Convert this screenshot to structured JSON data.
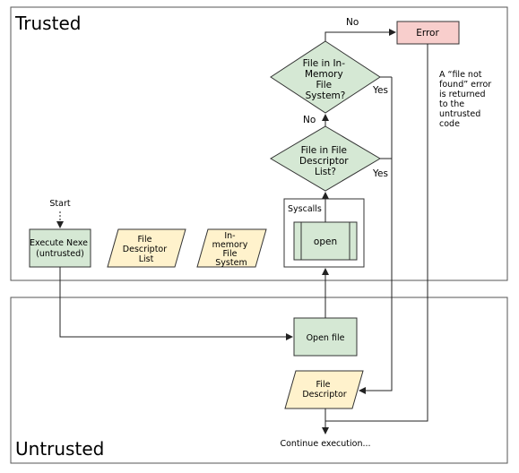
{
  "regions": {
    "trusted_label": "Trusted",
    "untrusted_label": "Untrusted"
  },
  "nodes": {
    "start": "Start",
    "execute_nexe": [
      "Execute Nexe",
      "(untrusted)"
    ],
    "file_descriptor_list": [
      "File",
      "Descriptor",
      "List"
    ],
    "in_memory_file_system": [
      "In-",
      "memory",
      "File",
      "System"
    ],
    "syscalls": "Syscalls",
    "open": "open",
    "open_file": "Open file",
    "file_descriptor": [
      "File",
      "Descriptor"
    ],
    "continue_execution": "Continue execution...",
    "decision_fd_list": [
      "File in File",
      "Descriptor",
      "List?"
    ],
    "decision_in_memory": [
      "File in In-",
      "Memory",
      "File",
      "System?"
    ],
    "error": "Error"
  },
  "edge_labels": {
    "no_top": "No",
    "no_mid": "No",
    "yes_top": "Yes",
    "yes_mid": "Yes"
  },
  "annotation": [
    "A “file not",
    "found” error",
    "is returned",
    "to the",
    "untrusted",
    "code"
  ],
  "colors": {
    "green_fill": "#d5e8d4",
    "green_stroke": "#82b366",
    "yellow_fill": "#fff2cc",
    "yellow_stroke": "#d6b656",
    "red_fill": "#f8cecc",
    "red_stroke": "#b85450",
    "line": "#333333"
  }
}
